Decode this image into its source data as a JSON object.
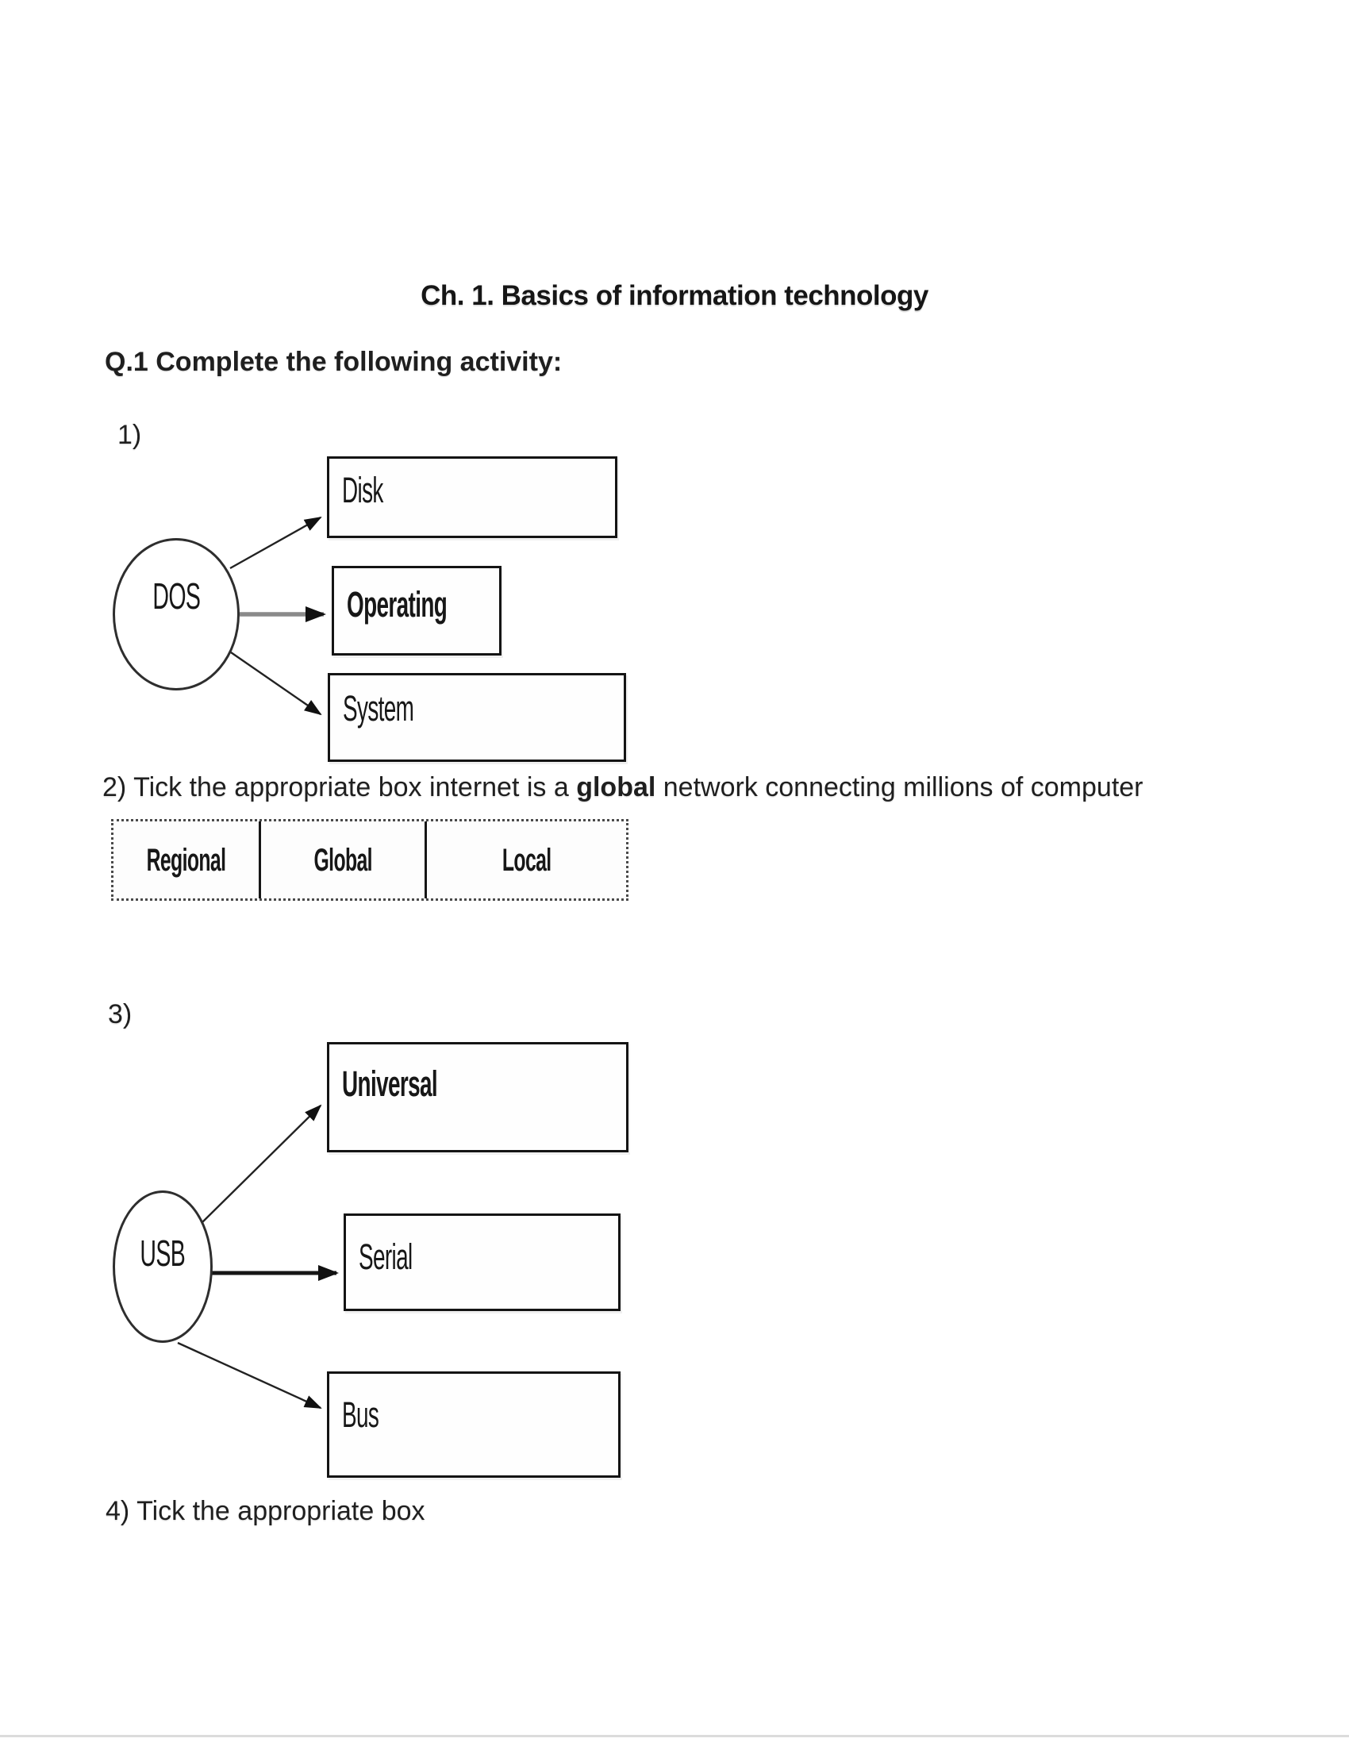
{
  "page": {
    "title": "Ch. 1. Basics of information technology",
    "q1_heading": "Q.1 Complete the following activity:",
    "item1_label": "1)",
    "item2": {
      "prefix": "2) Tick the appropriate box internet is a ",
      "bold_word": "global",
      "suffix": " network connecting millions of computer"
    },
    "item3_label": "3)",
    "item4_text": "4) Tick the appropriate box"
  },
  "dos_diagram": {
    "center_label": "DOS",
    "boxes": {
      "disk": "Disk",
      "operating": "Operating",
      "system": "System"
    }
  },
  "q2_options_table": {
    "cells": [
      "Regional",
      "Global",
      "Local"
    ]
  },
  "usb_diagram": {
    "center_label": "USB",
    "boxes": {
      "universal": "Universal",
      "serial": "Serial",
      "bus": "Bus"
    }
  },
  "colors": {
    "ink": "#1b1b1b",
    "box_border": "#141414",
    "arrow_gray": "#8a8a8a",
    "table_border": "#4a4a4a"
  }
}
